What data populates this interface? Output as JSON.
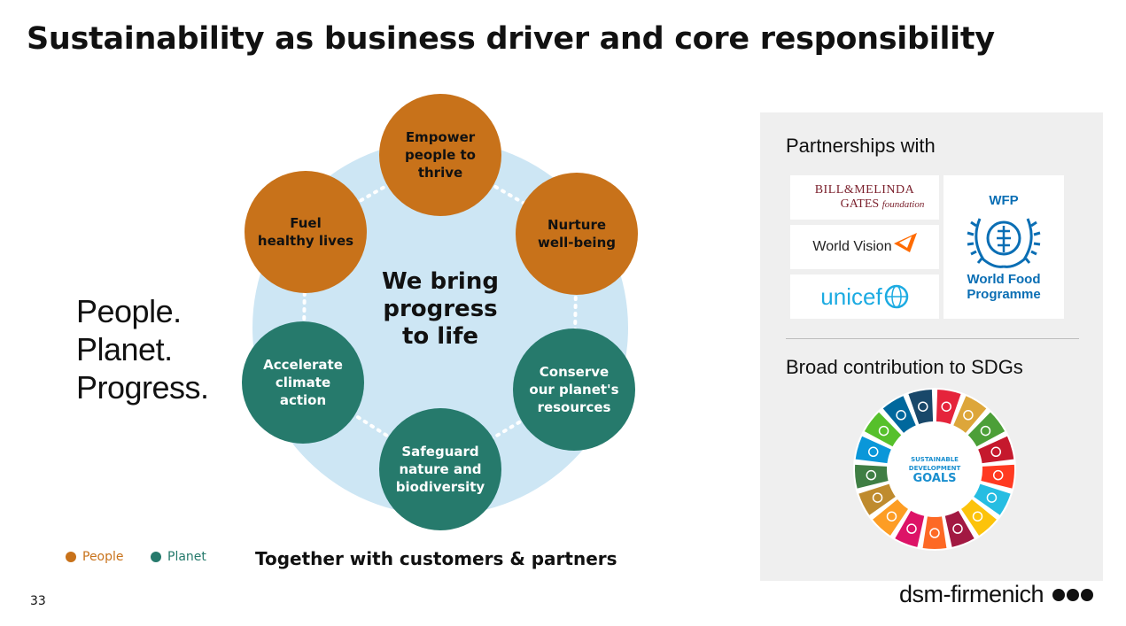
{
  "title": "Sustainability as business driver and core responsibility",
  "tagline": [
    "People.",
    "Planet.",
    "Progress."
  ],
  "diagram": {
    "center_lines": [
      "We bring",
      "progress",
      "to life"
    ],
    "nodes": [
      {
        "lines": [
          "Empower",
          "people to",
          "thrive"
        ],
        "group": "people"
      },
      {
        "lines": [
          "Nurture",
          "well-being"
        ],
        "group": "people"
      },
      {
        "lines": [
          "Conserve",
          "our planet's",
          "resources"
        ],
        "group": "planet"
      },
      {
        "lines": [
          "Safeguard",
          "nature and",
          "biodiversity"
        ],
        "group": "planet"
      },
      {
        "lines": [
          "Accelerate",
          "climate",
          "action"
        ],
        "group": "planet"
      },
      {
        "lines": [
          "Fuel",
          "healthy lives"
        ],
        "group": "people"
      }
    ],
    "footer": "Together with customers & partners"
  },
  "legend": [
    {
      "label": "People",
      "color": "#C8721A"
    },
    {
      "label": "Planet",
      "color": "#267A6C"
    }
  ],
  "colors": {
    "people": "#C8721A",
    "planet": "#267A6C",
    "ring": "#CDE6F4"
  },
  "panel": {
    "partnerships_heading": "Partnerships with",
    "partners": {
      "gates_line1": "BILL&MELINDA",
      "gates_line2": "GATES",
      "gates_foundation": "foundation",
      "world_vision": "World Vision",
      "unicef": "unicef",
      "wfp_acronym": "WFP",
      "wfp_line1": "World Food",
      "wfp_line2": "Programme"
    },
    "sdg_heading": "Broad contribution to SDGs",
    "sdg_center": [
      "SUSTAINABLE",
      "DEVELOPMENT",
      "GOALS"
    ],
    "sdg_colors": [
      "#E5243B",
      "#DDA63A",
      "#4C9F38",
      "#C5192D",
      "#FF3A21",
      "#26BDE2",
      "#FCC30B",
      "#A21942",
      "#FD6925",
      "#DD1367",
      "#FD9D24",
      "#BF8B2E",
      "#3F7E44",
      "#0A97D9",
      "#56C02B",
      "#00689D",
      "#19486A"
    ]
  },
  "page_number": "33",
  "brand": "dsm-firmenich"
}
